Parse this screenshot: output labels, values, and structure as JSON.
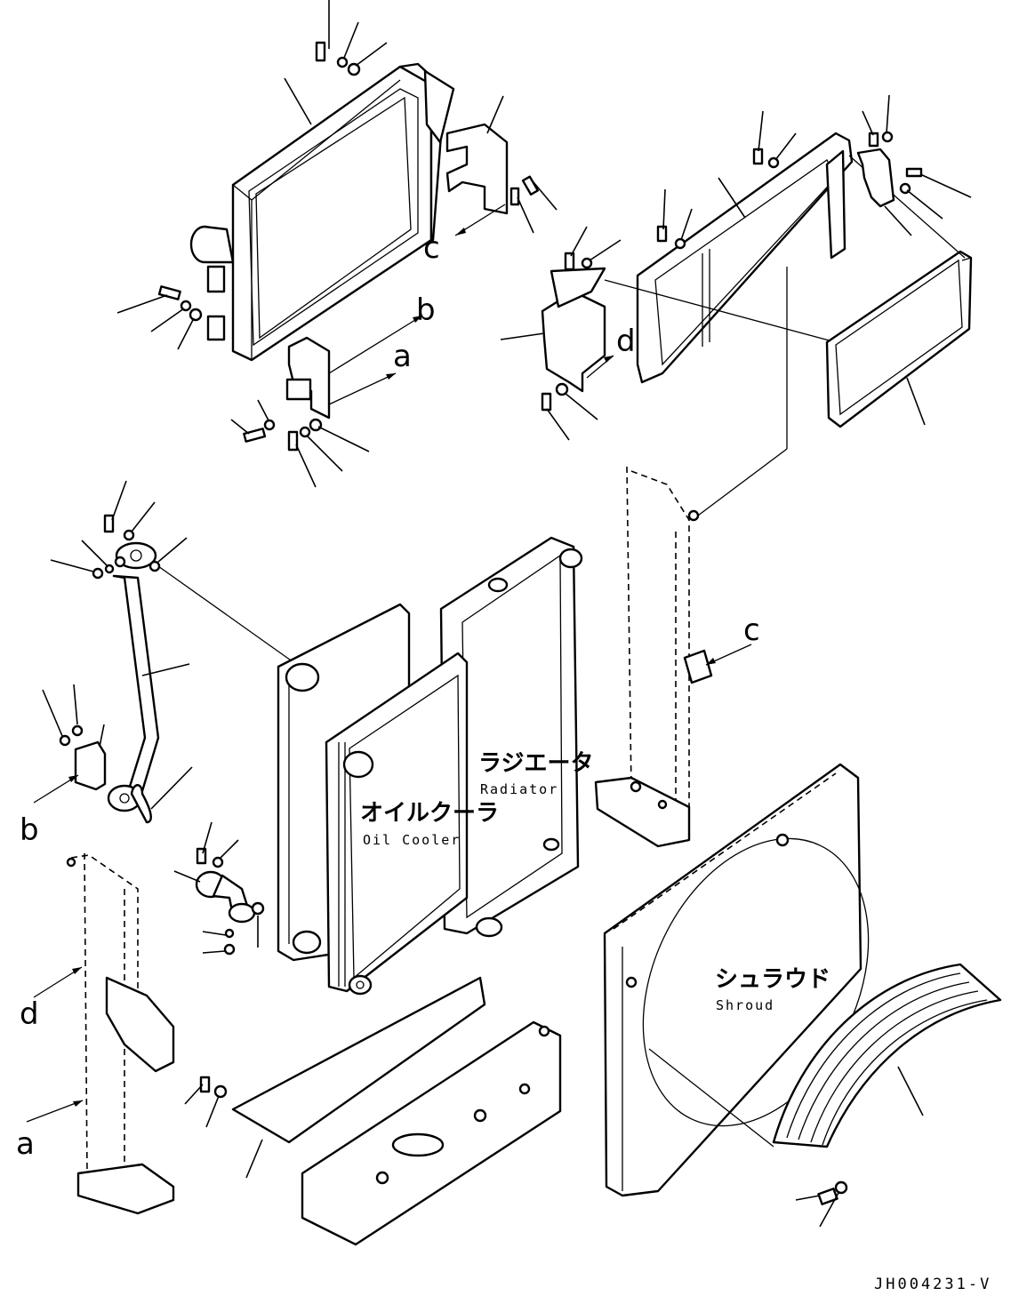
{
  "labels": {
    "oil_cooler_jp": "オイルクーラ",
    "oil_cooler_en": "Oil Cooler",
    "radiator_jp": "ラジエータ",
    "radiator_en": "Radiator",
    "shroud_jp": "シュラウド",
    "shroud_en": "Shroud"
  },
  "refs": {
    "a": "a",
    "b": "b",
    "c": "c",
    "d": "d"
  },
  "drawing_code": "JH004231-V"
}
